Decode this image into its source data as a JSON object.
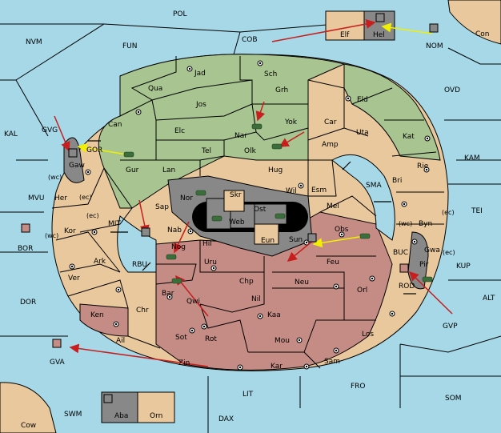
{
  "colors": {
    "sea": "#a6d8e8",
    "green": "#a8c490",
    "tan": "#e8c89c",
    "rose": "#c48c84",
    "gray": "#888888",
    "black": "#000000",
    "unit_green": "#3c6e3c",
    "order_red": "#c81e1e",
    "order_yellow": "#f0f000"
  },
  "sea_labels": [
    "POL",
    "NVM",
    "FUN",
    "COB",
    "OVD",
    "KAL",
    "GVG",
    "GOR",
    "MIT",
    "MVU",
    "BOR",
    "RBU",
    "DOR",
    "GVA",
    "SWM",
    "LIT",
    "DAX",
    "FRO",
    "SOM",
    "ALT",
    "GVP",
    "KUP",
    "BUC",
    "ROD",
    "TEI",
    "KAM",
    "SMA",
    "NOM",
    "Con",
    "Cow"
  ],
  "land_labels": [
    "Jad",
    "Sch",
    "Qua",
    "Jos",
    "Grh",
    "Eld",
    "Can",
    "Elc",
    "Nar",
    "Yok",
    "Car",
    "Uta",
    "Kat",
    "Tel",
    "Olk",
    "Amp",
    "Gur",
    "Lan",
    "Hug",
    "Rie",
    "Bri",
    "Gaw",
    "Wil",
    "Esm",
    "Nor",
    "Skr",
    "Ost",
    "Mel",
    "Sap",
    "Web",
    "Byn",
    "Her",
    "Kor",
    "Nab",
    "Eun",
    "Sun",
    "Obs",
    "Hil",
    "Nog",
    "Gwa",
    "Pir",
    "Ark",
    "Uru",
    "Feu",
    "Chp",
    "Neu",
    "Ver",
    "Bar",
    "Qwi",
    "Nil",
    "Orl",
    "Ken",
    "Chr",
    "Kaa",
    "Sot",
    "Rot",
    "Mou",
    "Los",
    "Ail",
    "Zin",
    "Kar",
    "Sam",
    "Elf",
    "Hel",
    "Aba",
    "Orn"
  ],
  "coast_tags": [
    "(wc)",
    "(ec)",
    "(ec)",
    "(wc)",
    "(wc)",
    "(ec)",
    "(ec)"
  ]
}
